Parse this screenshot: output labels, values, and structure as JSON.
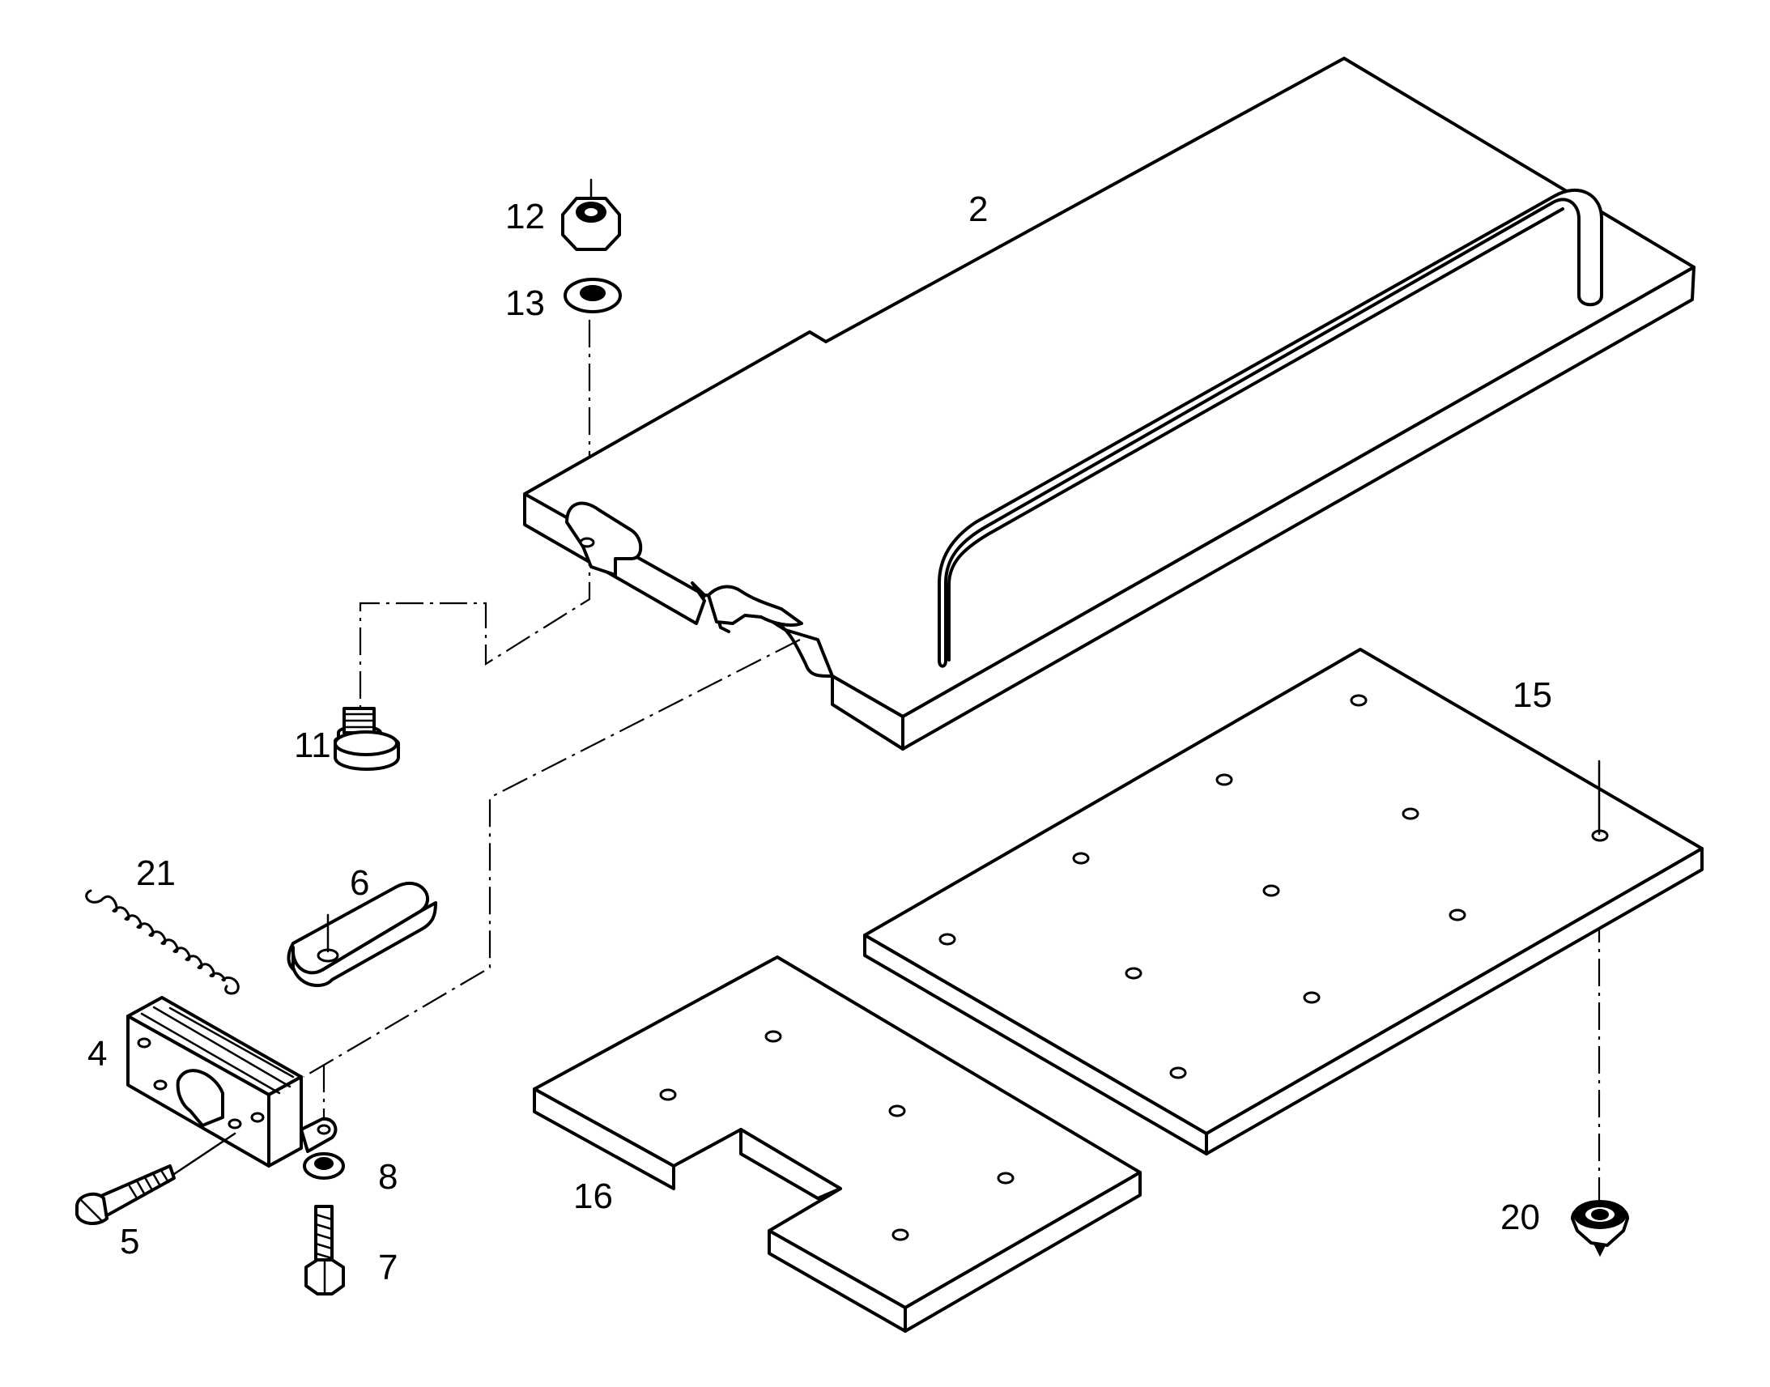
{
  "diagram": {
    "callouts": [
      {
        "id": "2",
        "text": "2"
      },
      {
        "id": "4",
        "text": "4"
      },
      {
        "id": "5",
        "text": "5"
      },
      {
        "id": "6",
        "text": "6"
      },
      {
        "id": "7",
        "text": "7"
      },
      {
        "id": "8",
        "text": "8"
      },
      {
        "id": "11",
        "text": "11"
      },
      {
        "id": "12",
        "text": "12"
      },
      {
        "id": "13",
        "text": "13"
      },
      {
        "id": "15",
        "text": "15"
      },
      {
        "id": "16",
        "text": "16"
      },
      {
        "id": "20",
        "text": "20"
      },
      {
        "id": "21",
        "text": "21"
      }
    ]
  }
}
